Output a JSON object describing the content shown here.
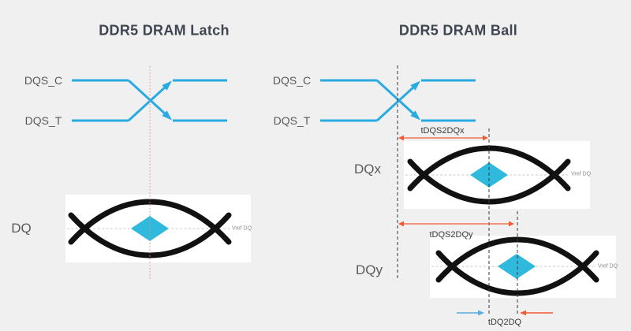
{
  "left_panel": {
    "title": "DDR5 DRAM Latch",
    "dqs_c_label": "DQS_C",
    "dqs_t_label": "DQS_T",
    "dq_label": "DQ",
    "vref_label": "Vref DQ"
  },
  "right_panel": {
    "title": "DDR5 DRAM Ball",
    "dqs_c_label": "DQS_C",
    "dqs_t_label": "DQS_T",
    "dqx_label": "DQx",
    "dqy_label": "DQy",
    "vref_dqx_label": "Vref DQ",
    "vref_dqy_label": "Vref DQ",
    "tdqs2dqx_label": "tDQS2DQx",
    "tdqs2dqy_label": "tDQS2DQy",
    "tdq2dq_label": "tDQ2DQ"
  },
  "colors": {
    "background": "#F0F0F1",
    "signal_cyan": "#29ABE2",
    "diamond_cyan": "#2FB9DC",
    "eye_black": "#111111",
    "dimension_orange": "#F15B31",
    "dimension_blue": "#56ACDB",
    "latch_reference_red": "#D99189",
    "ball_reference_dark": "#3A3A3A",
    "title_text": "#3F4551",
    "label_gray": "#58595B"
  }
}
